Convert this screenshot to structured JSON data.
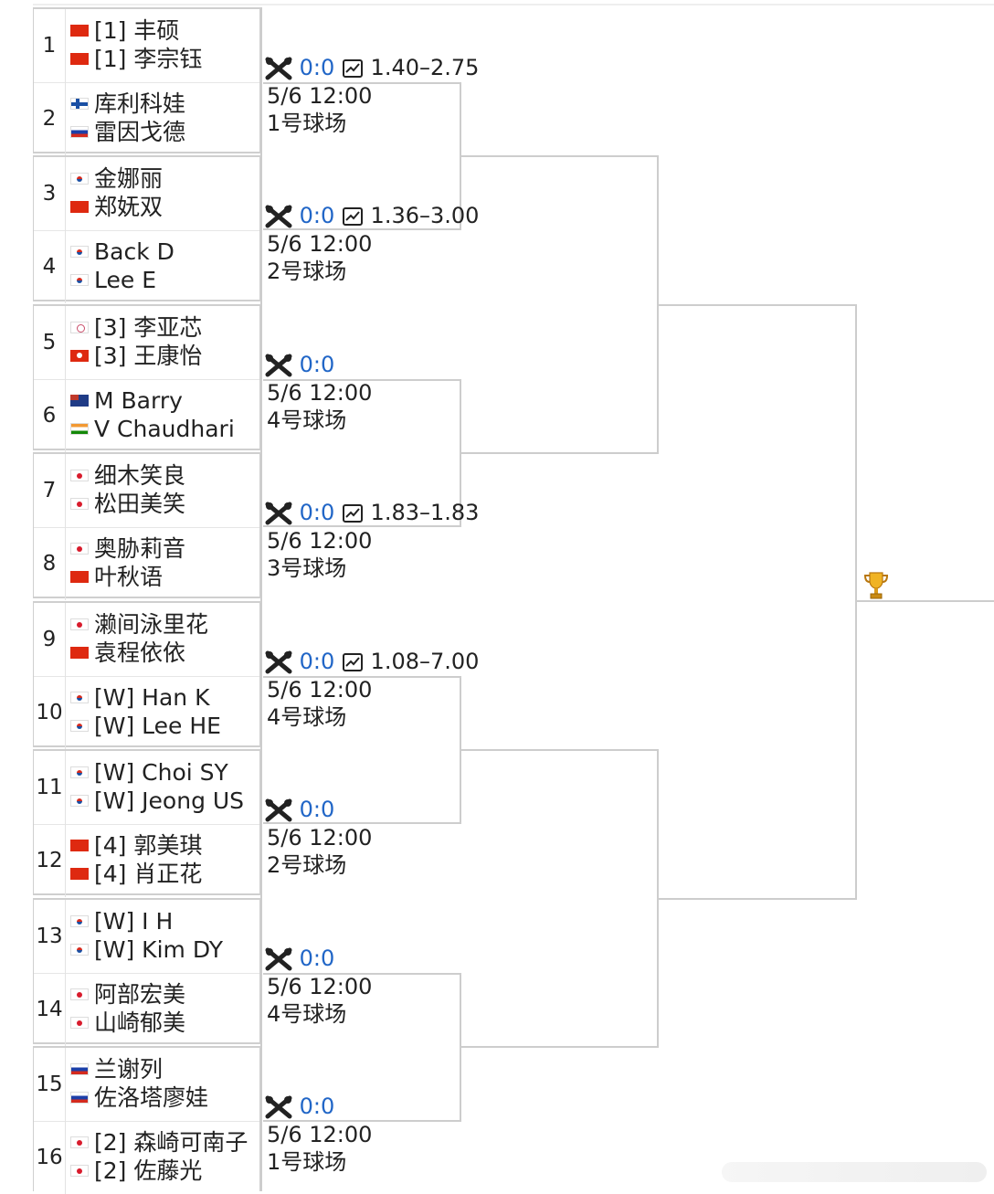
{
  "pairs": [
    {
      "seed": "1",
      "p1": {
        "flag": "cn",
        "name": "[1] 丰硕"
      },
      "p2": {
        "flag": "cn",
        "name": "[1] 李宗钰"
      }
    },
    {
      "seed": "2",
      "p1": {
        "flag": "fi",
        "name": "库利科娃"
      },
      "p2": {
        "flag": "ru",
        "name": "雷因戈德"
      }
    },
    {
      "seed": "3",
      "p1": {
        "flag": "kr",
        "name": "金娜丽"
      },
      "p2": {
        "flag": "cn",
        "name": "郑妩双"
      }
    },
    {
      "seed": "4",
      "p1": {
        "flag": "kr",
        "name": "Back D"
      },
      "p2": {
        "flag": "kr",
        "name": "Lee E"
      }
    },
    {
      "seed": "5",
      "p1": {
        "flag": "tpe",
        "name": "[3] 李亚芯"
      },
      "p2": {
        "flag": "hk",
        "name": "[3] 王康怡"
      }
    },
    {
      "seed": "6",
      "p1": {
        "flag": "nz",
        "name": "M Barry"
      },
      "p2": {
        "flag": "in",
        "name": "V Chaudhari"
      }
    },
    {
      "seed": "7",
      "p1": {
        "flag": "jp",
        "name": "细木笑良"
      },
      "p2": {
        "flag": "jp",
        "name": "松田美笑"
      }
    },
    {
      "seed": "8",
      "p1": {
        "flag": "jp",
        "name": "奥胁莉音"
      },
      "p2": {
        "flag": "cn",
        "name": "叶秋语"
      }
    },
    {
      "seed": "9",
      "p1": {
        "flag": "jp",
        "name": "濑间泳里花"
      },
      "p2": {
        "flag": "cn",
        "name": "袁程依依"
      }
    },
    {
      "seed": "10",
      "p1": {
        "flag": "kr",
        "name": "[W] Han K"
      },
      "p2": {
        "flag": "kr",
        "name": "[W] Lee HE"
      }
    },
    {
      "seed": "11",
      "p1": {
        "flag": "kr",
        "name": "[W] Choi SY"
      },
      "p2": {
        "flag": "kr",
        "name": "[W] Jeong US"
      }
    },
    {
      "seed": "12",
      "p1": {
        "flag": "cn",
        "name": "[4] 郭美琪"
      },
      "p2": {
        "flag": "cn",
        "name": "[4] 肖正花"
      }
    },
    {
      "seed": "13",
      "p1": {
        "flag": "kr",
        "name": "[W] I H"
      },
      "p2": {
        "flag": "kr",
        "name": "[W] Kim DY"
      }
    },
    {
      "seed": "14",
      "p1": {
        "flag": "jp",
        "name": "阿部宏美"
      },
      "p2": {
        "flag": "jp",
        "name": "山崎郁美"
      }
    },
    {
      "seed": "15",
      "p1": {
        "flag": "ru",
        "name": "兰谢列"
      },
      "p2": {
        "flag": "ru",
        "name": "佐洛塔廖娃"
      }
    },
    {
      "seed": "16",
      "p1": {
        "flag": "jp",
        "name": "[2] 森崎可南子"
      },
      "p2": {
        "flag": "jp",
        "name": "[2] 佐藤光"
      }
    }
  ],
  "matches": [
    {
      "score": "0:0",
      "odds": "1.40–2.75",
      "time": "5/6 12:00",
      "court": "1号球场"
    },
    {
      "score": "0:0",
      "odds": "1.36–3.00",
      "time": "5/6 12:00",
      "court": "2号球场"
    },
    {
      "score": "0:0",
      "odds": "",
      "time": "5/6 12:00",
      "court": "4号球场"
    },
    {
      "score": "0:0",
      "odds": "1.83–1.83",
      "time": "5/6 12:00",
      "court": "3号球场"
    },
    {
      "score": "0:0",
      "odds": "1.08–7.00",
      "time": "5/6 12:00",
      "court": "4号球场"
    },
    {
      "score": "0:0",
      "odds": "",
      "time": "5/6 12:00",
      "court": "2号球场"
    },
    {
      "score": "0:0",
      "odds": "",
      "time": "5/6 12:00",
      "court": "4号球场"
    },
    {
      "score": "0:0",
      "odds": "",
      "time": "5/6 12:00",
      "court": "1号球场"
    }
  ],
  "icons": {
    "match": "crossed-rackets-icon",
    "odds": "chart-icon",
    "trophy": "trophy-icon"
  },
  "colors": {
    "score": "#2166c7",
    "line": "#cdcdcd",
    "cn": "#de2910"
  }
}
